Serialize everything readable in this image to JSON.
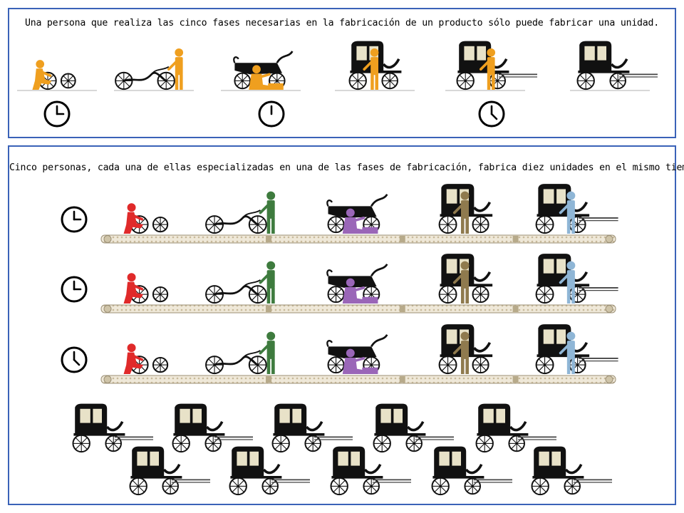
{
  "top_panel": {
    "caption": "Una persona que realiza las cinco fases necesarias en la fabricación de un producto sólo puede fabricar una unidad."
  },
  "bottom_panel": {
    "caption": "Cinco personas, cada una de ellas especializadas en una de las fases de fabricación, fabrica diez unidades en el mismo tiempo."
  },
  "colors": {
    "border": "#3a62b8",
    "single_worker": "#ef9f1f",
    "worker_wheels": "#e02a2a",
    "worker_frame": "#3e7b3e",
    "worker_body": "#9a66b8",
    "worker_cab": "#8f7a4e",
    "worker_finish": "#8fb6d6"
  },
  "icons": [
    "clock-icon",
    "wheel-icon",
    "carriage-icon",
    "worker-icon",
    "conveyor-belt"
  ]
}
